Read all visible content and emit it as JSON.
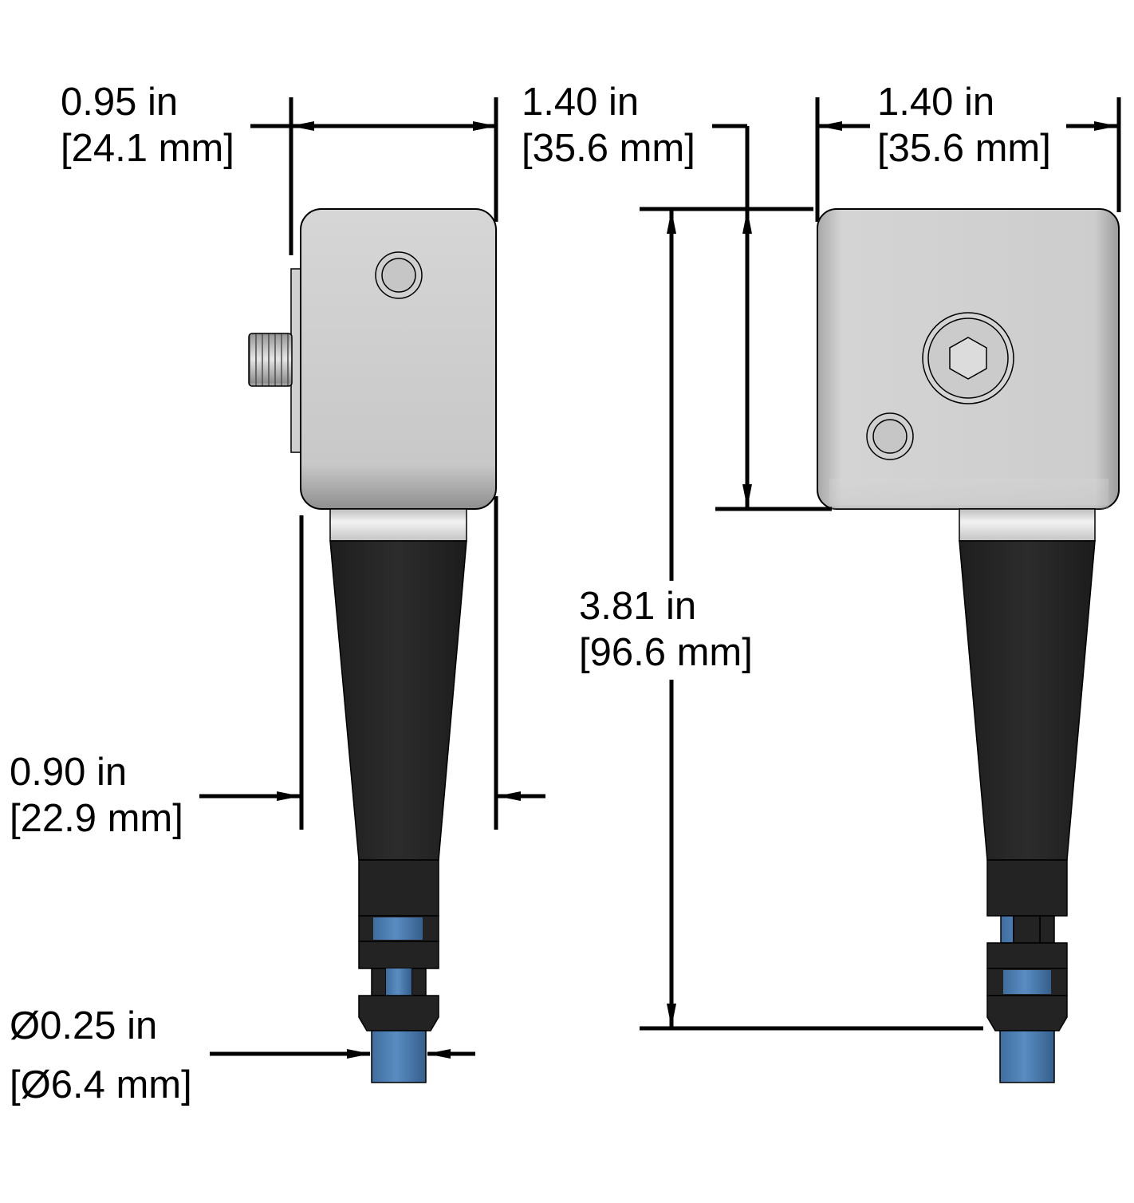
{
  "colors": {
    "body_light": "#e3e3e3",
    "body_mid": "#c9c9c9",
    "body_shadow": "#9a9a9a",
    "boot": "#262626",
    "cable": "#4f7fb3",
    "dimension_line": "#000000"
  },
  "dimensions": {
    "side_depth": {
      "inch": "0.95 in",
      "mm": "[24.1 mm]"
    },
    "side_height": {
      "inch": "1.40 in",
      "mm": "[35.6 mm]"
    },
    "front_width": {
      "inch": "1.40 in",
      "mm": "[35.6 mm]"
    },
    "overall_height": {
      "inch": "3.81 in",
      "mm": "[96.6 mm]"
    },
    "boot_width": {
      "inch": "0.90 in",
      "mm": "[22.9 mm]"
    },
    "cable_diameter": {
      "inch": "Ø0.25 in",
      "mm": "[Ø6.4 mm]"
    }
  }
}
